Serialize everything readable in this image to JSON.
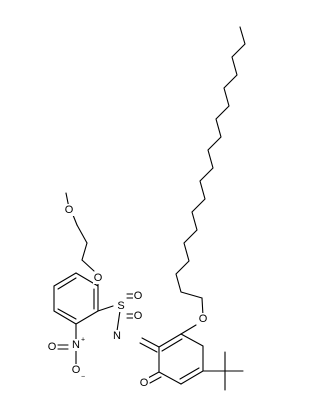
{
  "molecule": {
    "atoms": {
      "methoxy_o": "O",
      "ether_o": "O",
      "sulfonyl_s": "S",
      "sulfonyl_o_1": "O",
      "sulfonyl_o_2": "O",
      "imine_n": "N",
      "nitro_n": "N",
      "nitro_plus": "+",
      "nitro_o_double": "O",
      "nitro_o_single": "O",
      "nitro_minus": "−",
      "alkoxy_o": "O",
      "ketone_o": "O"
    }
  }
}
